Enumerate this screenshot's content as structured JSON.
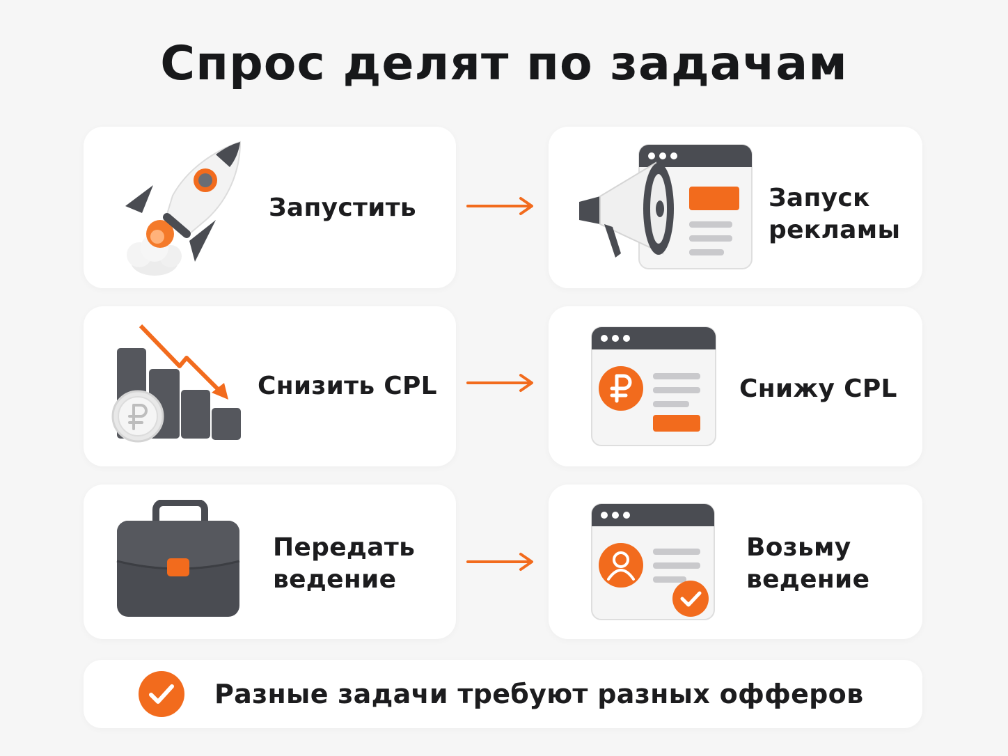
{
  "title": "Спрос делят по задачам",
  "rows": [
    {
      "request": {
        "label_lines": [
          "Запустить"
        ],
        "icon": "rocket-icon"
      },
      "offer": {
        "label_lines": [
          "Запуск",
          "рекламы"
        ],
        "icon": "megaphone-window-icon"
      }
    },
    {
      "request": {
        "label_lines": [
          "Снизить CPL"
        ],
        "icon": "falling-chart-coin-icon"
      },
      "offer": {
        "label_lines": [
          "Снижу CPL"
        ],
        "icon": "ruble-window-icon"
      }
    },
    {
      "request": {
        "label_lines": [
          "Передать",
          "ведение"
        ],
        "icon": "briefcase-icon"
      },
      "offer": {
        "label_lines": [
          "Возьму",
          "ведение"
        ],
        "icon": "user-window-check-icon"
      }
    }
  ],
  "conclusion": {
    "text": "Разные задачи требуют разных офферов",
    "icon": "check-circle-icon"
  },
  "colors": {
    "accent": "#f26b1d",
    "dark": "#4a4c52",
    "background": "#f6f6f6",
    "card": "#ffffff"
  }
}
